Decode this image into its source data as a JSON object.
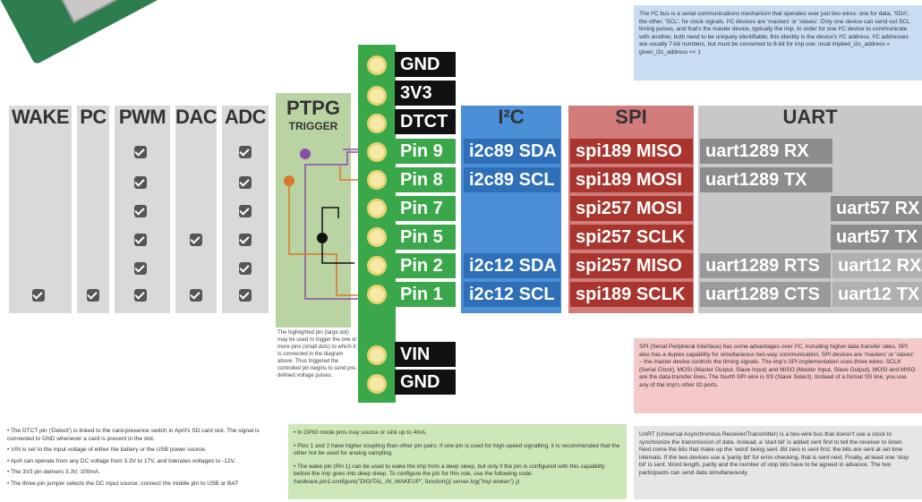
{
  "columns": [
    {
      "id": "wake",
      "label": "WAKE"
    },
    {
      "id": "pc",
      "label": "PC"
    },
    {
      "id": "pwm",
      "label": "PWM"
    },
    {
      "id": "dac",
      "label": "DAC"
    },
    {
      "id": "adc",
      "label": "ADC"
    }
  ],
  "ptpg": {
    "title": "PTPG",
    "subtitle": "TRIGGER",
    "note": "The highlighted pin (large dot) may be used to trigger the one or more pins (small dots) to which it is connected in the diagram above. Thus triggered the controlled pin begins to send pre-defined voltage pulses."
  },
  "pins": {
    "gnd_top": "GND",
    "v33": "3V3",
    "dtct": "DTCT",
    "pin9": "Pin 9",
    "pin8": "Pin 8",
    "pin7": "Pin 7",
    "pin5": "Pin 5",
    "pin2": "Pin 2",
    "pin1": "Pin 1",
    "vin": "VIN",
    "gnd_bottom": "GND"
  },
  "i2c": {
    "header": "I²C",
    "pin9": "i2c89 SDA",
    "pin8": "i2c89 SCL",
    "pin2": "i2c12 SDA",
    "pin1": "i2c12 SCL"
  },
  "spi": {
    "header": "SPI",
    "pin9": "spi189 MISO",
    "pin8": "spi189 MOSI",
    "pin7": "spi257 MOSI",
    "pin5": "spi257 SCLK",
    "pin2": "spi257 MISO",
    "pin1": "spi189 SCLK"
  },
  "uart": {
    "header": "UART",
    "pin9": "uart1289 RX",
    "pin8": "uart1289 TX",
    "pin7": "uart57 RX",
    "pin5": "uart57 TX",
    "pin2a": "uart1289 RTS",
    "pin2b": "uart12 RX",
    "pin1a": "uart1289 CTS",
    "pin1b": "uart12 TX"
  },
  "boxes": {
    "i2c_text": "The I²C bus is a serial communications mechanism that operates over just two wires: one for data, 'SDA'; the other, 'SCL', for clock signals. I²C devices are 'masters' or 'slaves'. Only one device can send out SCL timing pulses, and that's the master device, typically the imp. In order for one I²C device to communicate with another, both need to be uniquely identifiable; this identity is the device's I²C address. I²C addresses are usually 7-bit numbers, but must be converted to 8-bit for imp use: local implied_i2c_address = given_i2c_address << 1",
    "spi_text": "SPI (Serial Peripheral Interface) has some advantages over I²C, including higher data transfer rates. SPI also has a duplex capability for simultaneous two-way communication. SPI devices are 'masters' or 'slaves' – the master device controls the timing signals. The imp's SPI implementation uses three wires: SCLK (Serial Clock), MOSI (Master Output, Slave Input) and MISO (Master Input, Slave Output). MOSI and MISO are the data-transfer lines. The fourth SPI wire is SS (Slave Select). Instead of a formal SS line, you use any of the imp's other IO ports.",
    "uart_text": "UART (Universal Asynchronous Receiver/Transmitter) is a two-wire bus that doesn't use a clock to synchronize the transmission of data. Instead, a 'start bit' is added sent first to tell the receiver to listen. Next come the bits that make up the 'word' being sent. Bit zero is sent first; the bits are sent at set time intervals. If the two devices use a 'parity bit' for error-checking, that is sent next. Finally, at least one 'stop bit' is sent. Word length, parity and the number of stop bits have to be agreed in advance. The two participants can send data simultaneously.",
    "gpio_1": "• In GPIO mode pins may source or sink up to 4mA.",
    "gpio_2": "• Pins 1 and 2 have higher coupling than other pin pairs; if one pin is used for high-speed signalling, it is recommended that the other not be used for analog sampling.",
    "gpio_3": "• The wake pin (Pin 1) can be used to wake the imp from a deep sleep, but only if the pin is configured with this capability before the imp goes into deep sleep. To configure the pin for this role, use the following code:",
    "gpio_code": "hardware.pin1.configure(\"DIGITAL_IN_WAKEUP\", function(){ server.log(\"imp woken\") })"
  },
  "notes": [
    "• The DTCT pin ('Detect') is linked to the card-presence switch in April's SD card slot. The signal is connected to GND whenever a card is present in the slot.",
    "• VIN is set to the input voltage of either the battery or the USB power source.",
    "• April can operate from any DC voltage from 3.3V to 17V, and tolerates voltages to -12V.",
    "• The 3V3 pin delivers 3.3V, 100mA.",
    "• The three-pin jumper selects the DC input source: connect the middle pin to USB or BAT"
  ],
  "colors": {
    "i2c": "#2e6fb8",
    "spi": "#a8362f",
    "uart": "#8c8c8c",
    "gpio": "#3aa84a",
    "ptpg": "#b9d4a2"
  }
}
